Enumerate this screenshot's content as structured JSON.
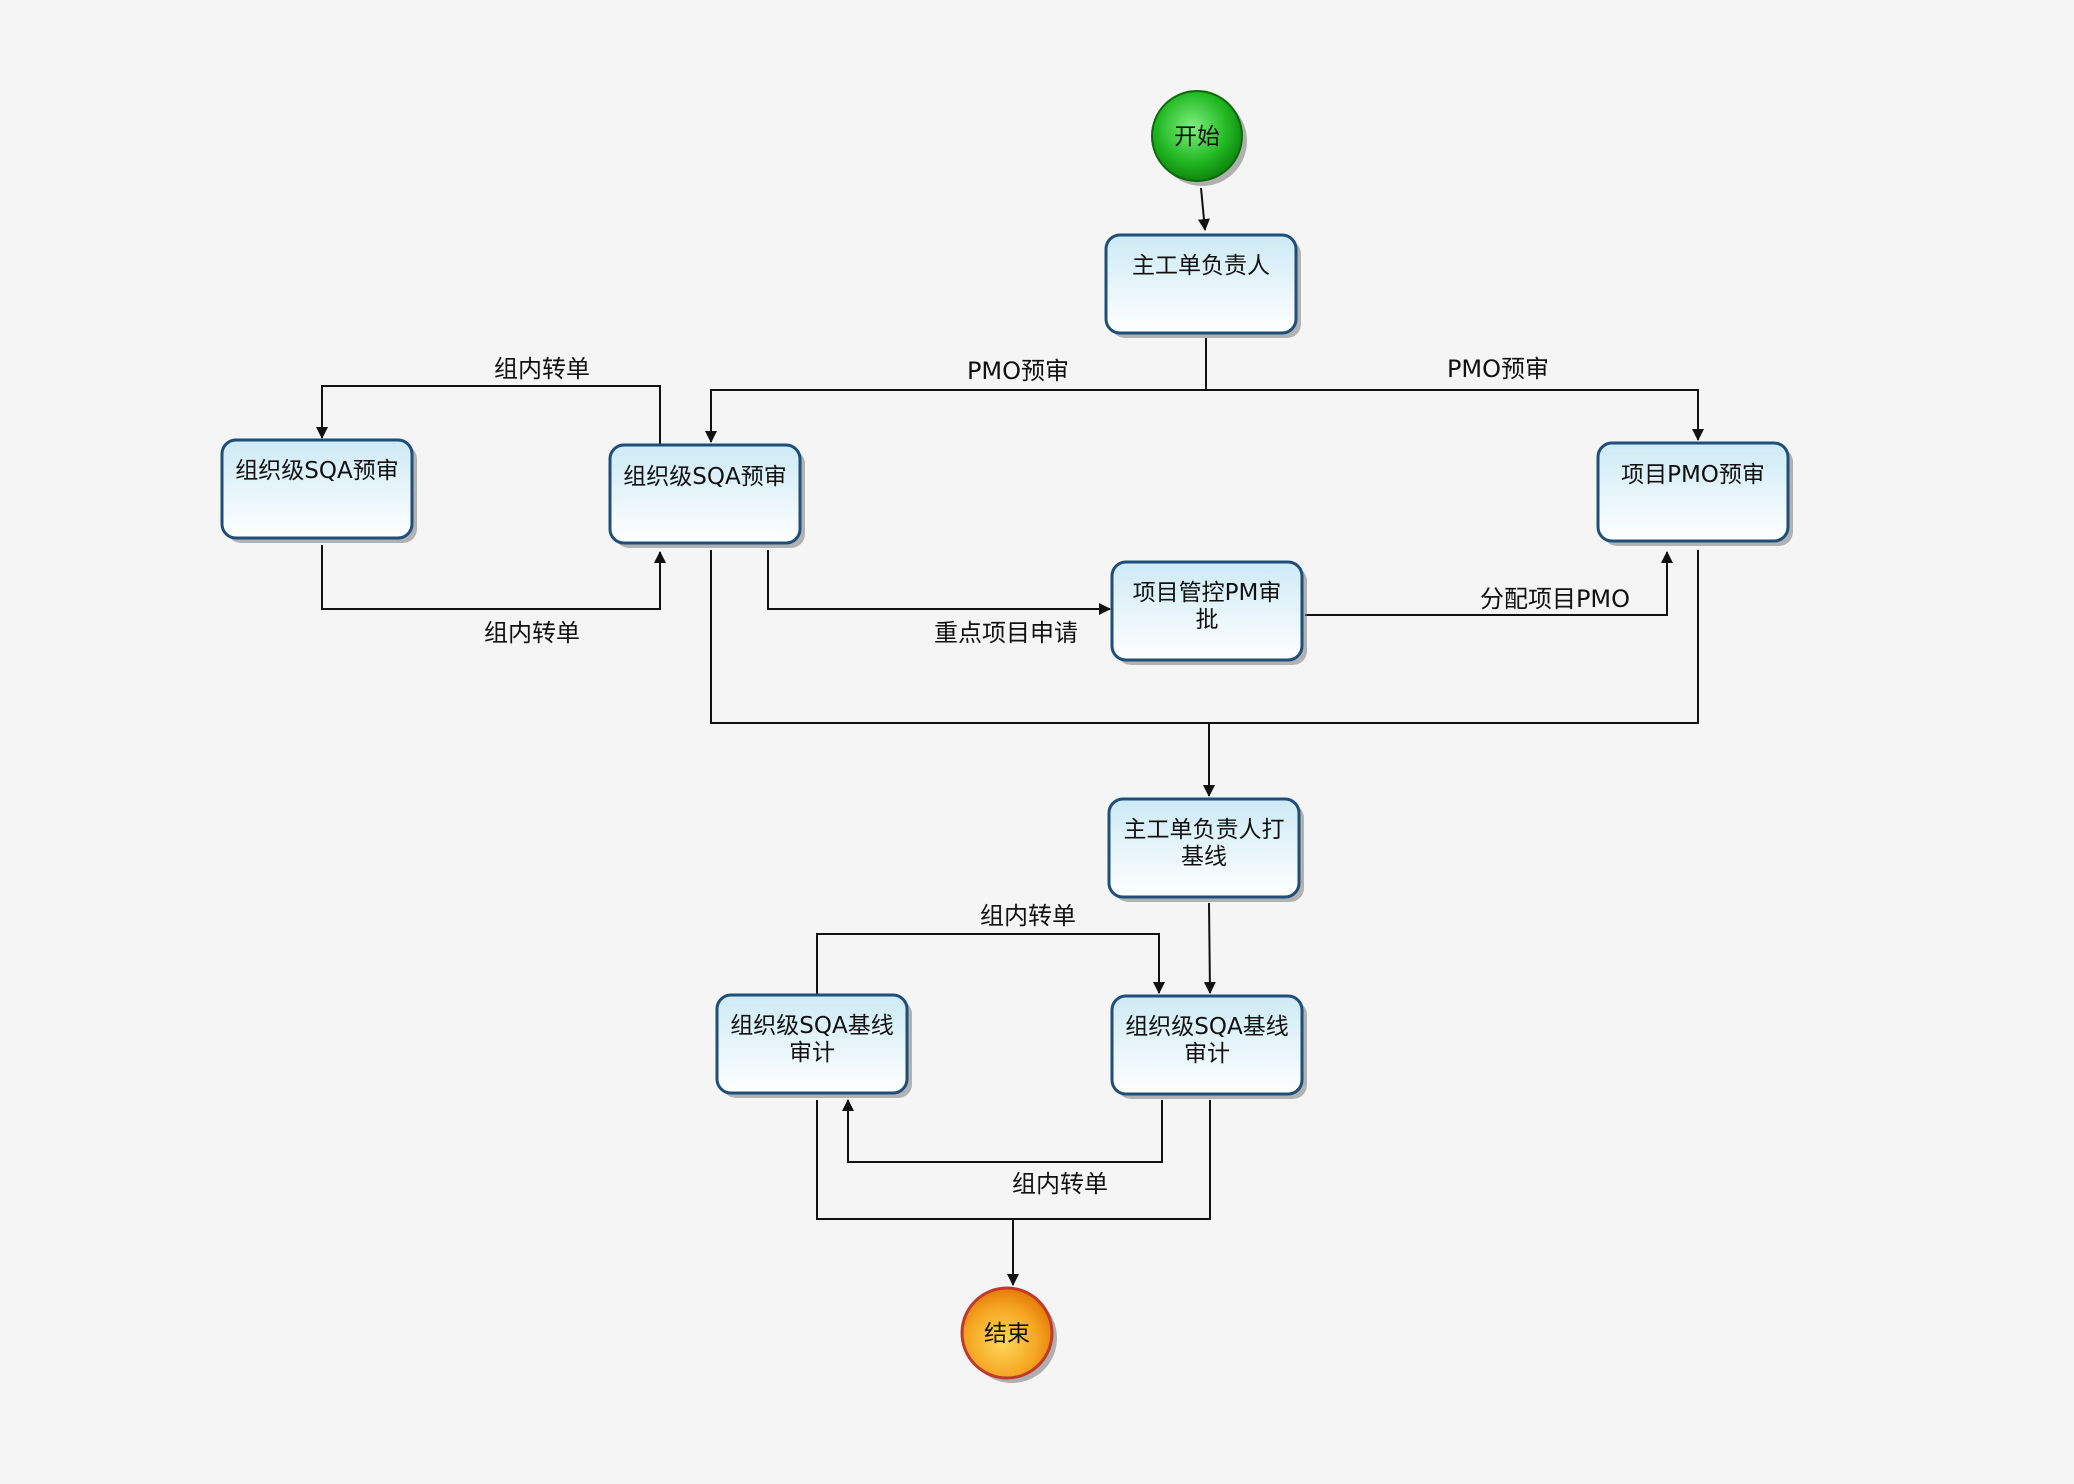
{
  "nodes": {
    "start": "开始",
    "main_owner": "主工单负责人",
    "org_sqa_pre_left": "组织级SQA预审",
    "org_sqa_pre": "组织级SQA预审",
    "project_pmo_pre": "项目PMO预审",
    "pm_approval_line1": "项目管控PM审",
    "pm_approval_line2": "批",
    "baseline_owner_line1": "主工单负责人打",
    "baseline_owner_line2": "基线",
    "sqa_audit_left_line1": "组织级SQA基线",
    "sqa_audit_left_line2": "审计",
    "sqa_audit_right_line1": "组织级SQA基线",
    "sqa_audit_right_line2": "审计",
    "end": "结束"
  },
  "edge_labels": {
    "pmo_pre_left": "PMO预审",
    "pmo_pre_right": "PMO预审",
    "transfer_top": "组内转单",
    "transfer_bottom": "组内转单",
    "key_project": "重点项目申请",
    "assign_pmo": "分配项目PMO",
    "transfer_audit_top": "组内转单",
    "transfer_audit_bottom": "组内转单"
  },
  "colors": {
    "start_fill": "#22b822",
    "end_fill": "#f5a623",
    "box_border": "#1f4e79",
    "box_top": "#dff2f8",
    "box_bottom": "#ffffff"
  }
}
